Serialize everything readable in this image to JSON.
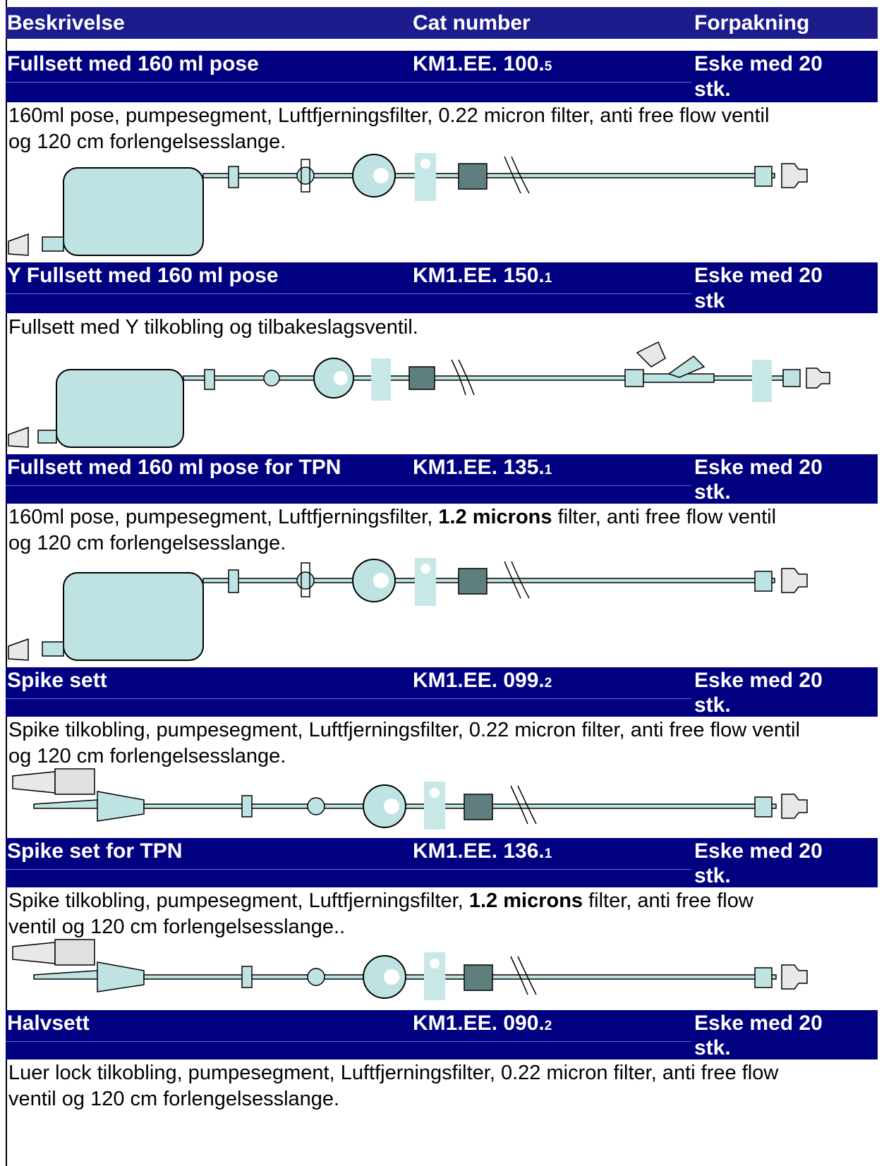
{
  "header": {
    "description_label": "Beskrivelse",
    "cat_label": "Cat number",
    "package_label": "Forpakning"
  },
  "products": [
    {
      "name": "Fullsett med 160 ml pose",
      "cat_main": "KM1.EE. 100.",
      "cat_suffix": "5",
      "pack_line1": "Eske med 20",
      "pack_line2": "stk.",
      "desc_line1": "160ml pose, pumpesegment, Luftfjerningsfilter, 0.22 micron filter, anti free flow ventil",
      "desc_line2": "og 120 cm forlengelsesslange."
    },
    {
      "name": "Y Fullsett med 160 ml pose",
      "cat_main": "KM1.EE. 150.",
      "cat_suffix": "1",
      "pack_line1": "Eske med 20",
      "pack_line2": "stk",
      "desc_line1": "Fullsett med  Y tilkobling og tilbakeslagsventil.",
      "desc_line2": ""
    },
    {
      "name": "Fullsett med 160 ml pose for TPN",
      "cat_main": "KM1.EE. 135.",
      "cat_suffix": "1",
      "pack_line1": "Eske med 20",
      "pack_line2": "stk.",
      "desc_line1_a": "160ml pose, pumpesegment, Luftfjerningsfilter, ",
      "desc_line1_b": "1.2 microns",
      "desc_line1_c": " filter, anti free flow ventil",
      "desc_line2": "og 120 cm forlengelsesslange."
    },
    {
      "name": "Spike sett",
      "cat_main": "KM1.EE. 099.",
      "cat_suffix": "2",
      "pack_line1": "Eske med 20",
      "pack_line2": "stk.",
      "desc_line1": "Spike tilkobling, pumpesegment, Luftfjerningsfilter, 0.22 micron filter, anti free flow ventil",
      "desc_line2": "og 120 cm forlengelsesslange."
    },
    {
      "name": "Spike set for TPN",
      "cat_main": "KM1.EE. 136.",
      "cat_suffix": "1",
      "pack_line1": "Eske med 20",
      "pack_line2": "stk.",
      "desc_line1_a": "Spike tilkobling, pumpesegment, Luftfjerningsfilter, ",
      "desc_line1_b": "1.2 microns",
      "desc_line1_c": " filter, anti free flow",
      "desc_line2": "ventil  og 120 cm forlengelsesslange.."
    },
    {
      "name": "Halvsett",
      "cat_main": "KM1.EE. 090.",
      "cat_suffix": "2",
      "pack_line1": "Eske med 20",
      "pack_line2": "stk.",
      "desc_line1": "Luer lock tilkobling, pumpesegment, Luftfjerningsfilter, 0.22 micron filter, anti free flow",
      "desc_line2": "ventil  og 120 cm forlengelsesslange."
    }
  ],
  "colors": {
    "band": "#000080",
    "header": "#1c1c8c",
    "part_fill": "#bfe3e3",
    "clamp_fill": "#c8e8e8",
    "filter_fill": "#5f7f7f"
  }
}
